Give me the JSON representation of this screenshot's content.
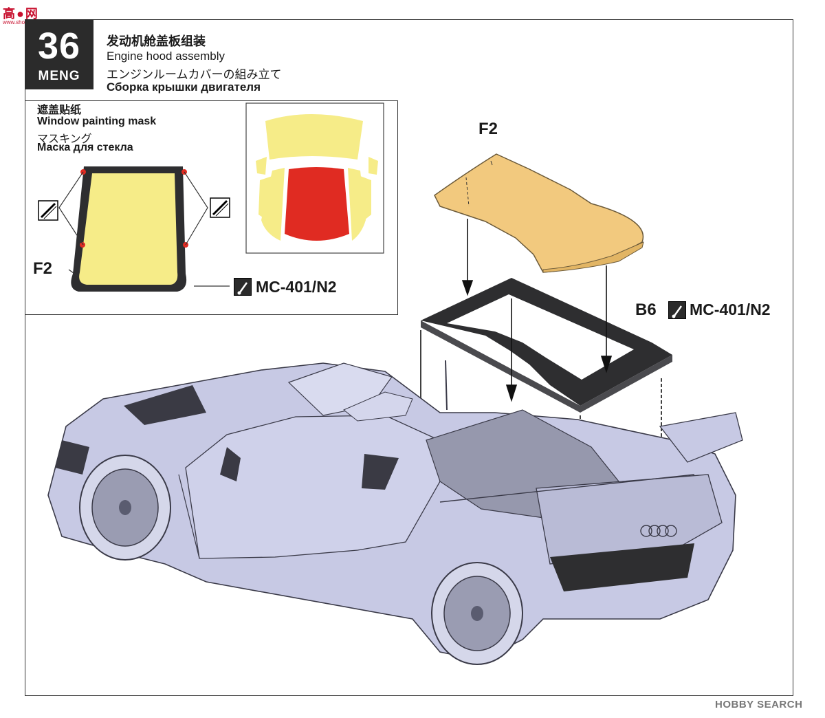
{
  "watermark": {
    "site": "高●网",
    "url": "www.showmx.com",
    "hobby": "HOBBY SEARCH"
  },
  "step": {
    "number": "36",
    "brand": "MENG"
  },
  "title": {
    "cn": "发动机舱盖板组装",
    "en": "Engine hood assembly",
    "jp": "エンジンルームカバーの組み立て",
    "ru": "Сборка крышки двигателя"
  },
  "mask": {
    "cn": "遮盖贴纸",
    "en": "Window painting mask",
    "jp": "マスキング",
    "ru": "Маска для стекла",
    "part": "F2",
    "paint": "MC-401/N2"
  },
  "parts": {
    "cover": "F2",
    "frame": "B6",
    "frame_paint": "MC-401/N2"
  },
  "colors": {
    "mask_yellow": "#f6ec88",
    "mask_red": "#e02b22",
    "panel_tan": "#f2c97e",
    "frame_dark": "#2e2e30",
    "car_body": "#c7c9e4"
  },
  "icons": {
    "paint": "paintbrush-icon",
    "clear_part": "hatched-clear-part-icon"
  }
}
